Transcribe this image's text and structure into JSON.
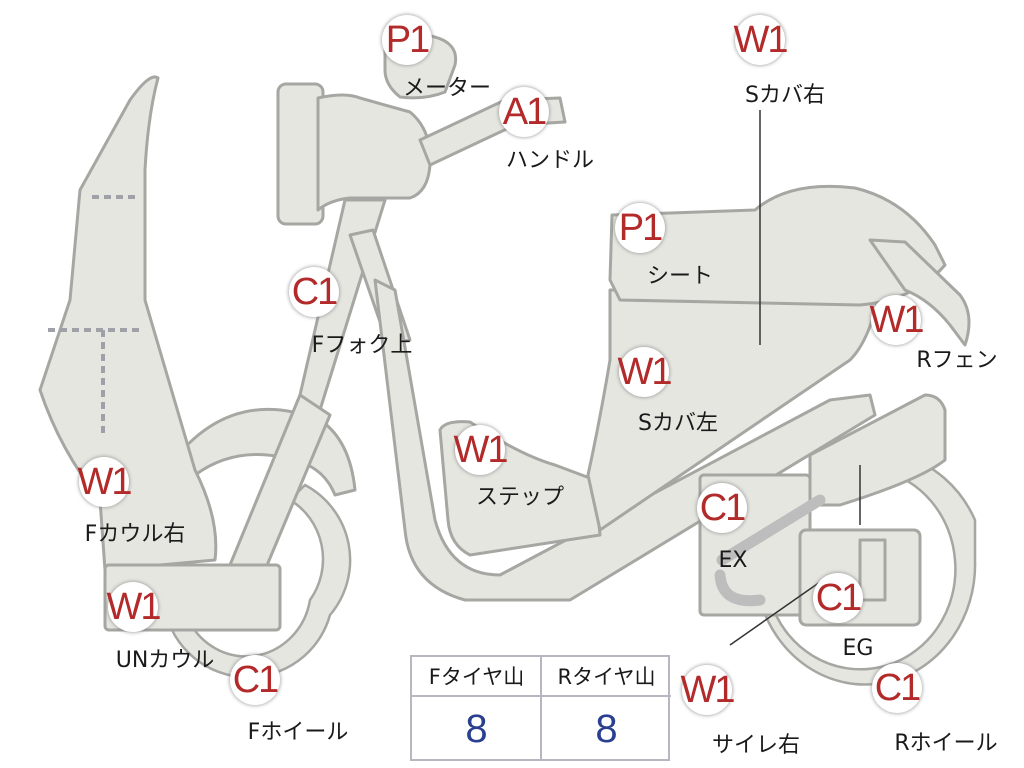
{
  "badges": {
    "meter": "P1",
    "handle": "A1",
    "s_cover_right": "W1",
    "seat": "P1",
    "f_fork_upper": "C1",
    "r_fender": "W1",
    "s_cover_left": "W1",
    "step": "W1",
    "f_cowl_right": "W1",
    "ex": "C1",
    "un_cowl": "W1",
    "eg": "C1",
    "f_wheel": "C1",
    "side_right": "W1",
    "r_wheel": "C1"
  },
  "labels": {
    "meter": "メーター",
    "handle": "ハンドル",
    "s_cover_right": "Sカバ右",
    "seat": "シート",
    "f_fork_upper": "Fフォク上",
    "r_fender": "Rフェン",
    "s_cover_left": "Sカバ左",
    "step": "ステップ",
    "f_cowl_right": "Fカウル右",
    "ex": "EX",
    "un_cowl": "UNカウル",
    "eg": "EG",
    "f_wheel": "Fホイール",
    "side_right": "サイレ右",
    "r_wheel": "Rホイール"
  },
  "tire_table": {
    "front_header": "Fタイヤ山",
    "rear_header": "Rタイヤ山",
    "front_value": "8",
    "rear_value": "8"
  },
  "colors": {
    "badge_text": "#b32a2a",
    "tire_value": "#2a3f8f",
    "part_fill": "#e6e6e1",
    "part_outline": "#a6a6a2"
  }
}
